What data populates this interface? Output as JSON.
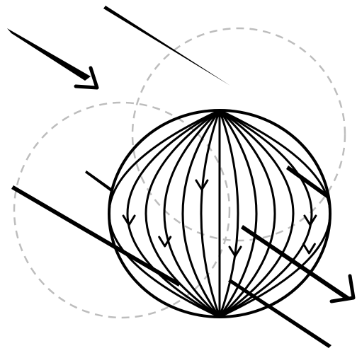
{
  "diagram": {
    "subject": "sphere-with-meridian-flow-lines-and-incoming-streamlines",
    "colors": {
      "background": "#ffffff",
      "ink": "#000000",
      "dashed_circles": "#bdbdbd"
    },
    "sphere": {
      "meridian_count": 13,
      "meridian_flow_direction": "downward"
    },
    "dashed_circles": {
      "count": 2,
      "style": "dashed"
    },
    "streamlines": {
      "count": 7,
      "direction": "down-right"
    }
  }
}
